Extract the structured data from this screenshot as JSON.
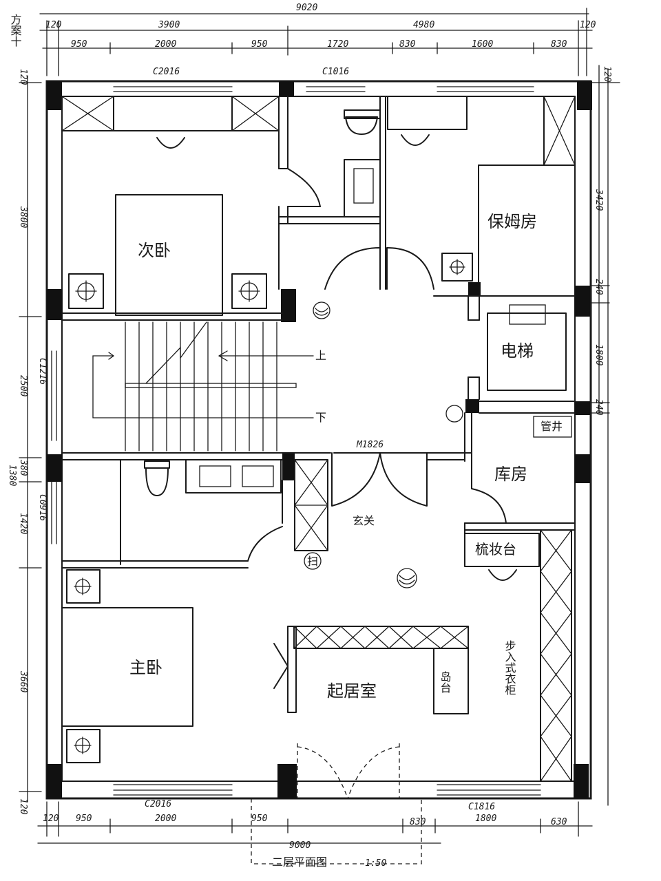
{
  "corner_note": "方案十",
  "title": "二层平面图",
  "scale": "1:50",
  "overall_width_top": "9020",
  "overall_width_bottom": "9000",
  "top_dims_level1": [
    "120",
    "3900",
    "4980",
    "120"
  ],
  "top_dims_level2": [
    "950",
    "2000",
    "950",
    "1720",
    "830",
    "1600",
    "830"
  ],
  "bottom_dims": [
    "120",
    "950",
    "2000",
    "950",
    "830",
    "1800",
    "630"
  ],
  "left_dims": [
    "120",
    "3800",
    "2500",
    "380",
    "1420",
    "3660",
    "120"
  ],
  "left_cut_mark": "1380",
  "right_dims": [
    "120",
    "3420",
    "240",
    "1800",
    "240"
  ],
  "windows": {
    "top_left": "C2016",
    "top_mid": "C1016",
    "left_stair": "C1216",
    "left_bath": "C0916",
    "bottom_left": "C2016",
    "bottom_right": "C1816"
  },
  "door_entry": "M1826",
  "rooms": {
    "secondary_bedroom": "次卧",
    "nanny_room": "保姆房",
    "elevator": "电梯",
    "storage": "库房",
    "foyer": "玄关",
    "dresser": "梳妆台",
    "master_bedroom": "主卧",
    "living_room": "起居室",
    "island": "岛台",
    "walk_in_closet": "步入式衣柜",
    "pipe_shaft": "管井",
    "sweep_mark": "扫"
  },
  "stair": {
    "up": "上",
    "down": "下"
  }
}
